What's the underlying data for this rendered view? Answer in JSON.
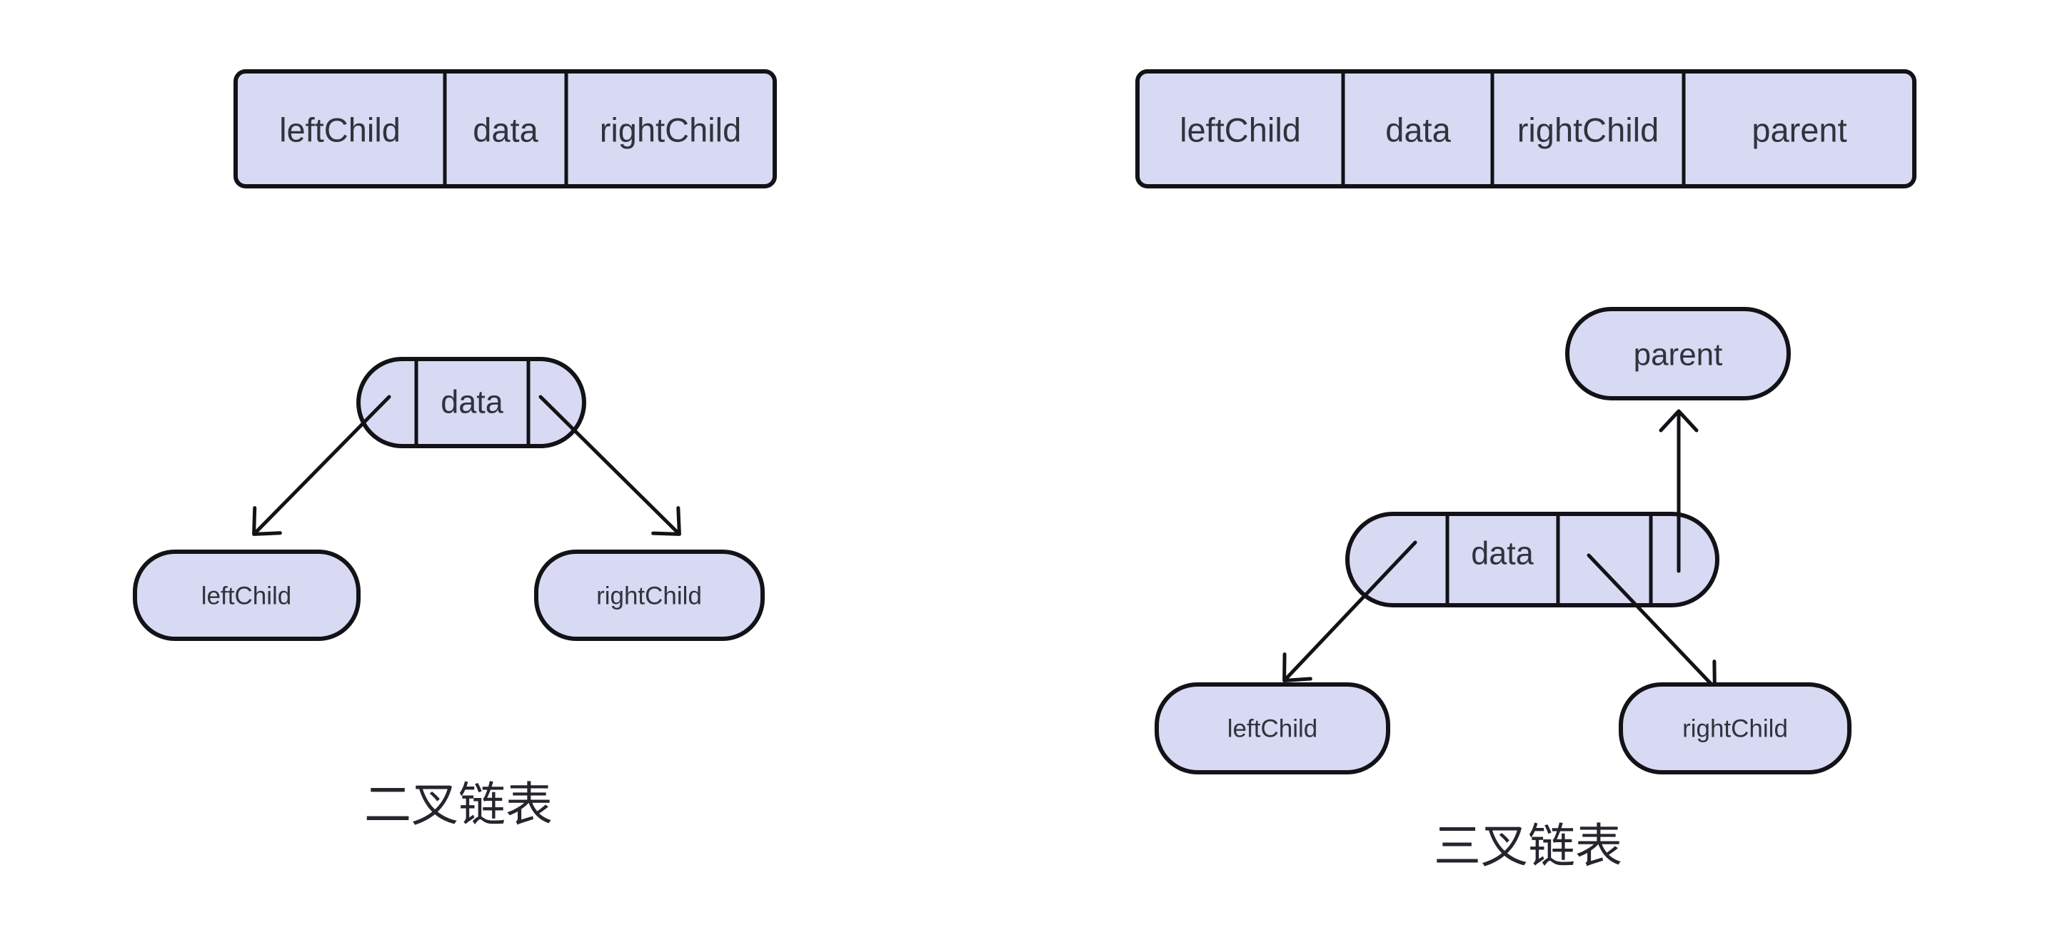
{
  "colors": {
    "fill": "#d7daf2",
    "stroke": "#121217",
    "text": "#31323c",
    "caption": "#25262d",
    "background": "#ffffff"
  },
  "left": {
    "caption": "二叉链表",
    "record": {
      "cells": [
        "leftChild",
        "data",
        "rightChild"
      ]
    },
    "node": {
      "data": "data"
    },
    "children": {
      "left": "leftChild",
      "right": "rightChild"
    }
  },
  "right": {
    "caption": "三叉链表",
    "record": {
      "cells": [
        "leftChild",
        "data",
        "rightChild",
        "parent"
      ]
    },
    "node": {
      "data": "data",
      "parent": "parent"
    },
    "children": {
      "left": "leftChild",
      "right": "rightChild"
    }
  }
}
